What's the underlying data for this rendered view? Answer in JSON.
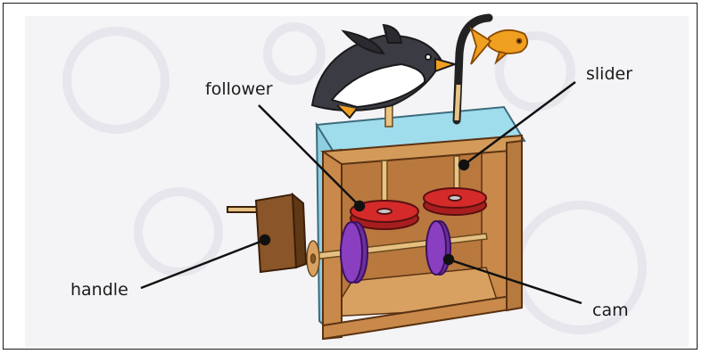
{
  "labels": {
    "follower": "follower",
    "slider": "slider",
    "handle": "handle",
    "cam": "cam"
  },
  "colors": {
    "background_panel": "#f4f4f7",
    "box_top": "#9fdcec",
    "box_wood": "#c8894a",
    "follower_red": "#d42a2a",
    "cam_purple": "#8a3fc0",
    "handle_brown": "#8a5528",
    "fish_orange": "#f0a020",
    "leader_line": "#111111"
  },
  "icons": [
    "penguin-illustration",
    "fish-illustration"
  ]
}
